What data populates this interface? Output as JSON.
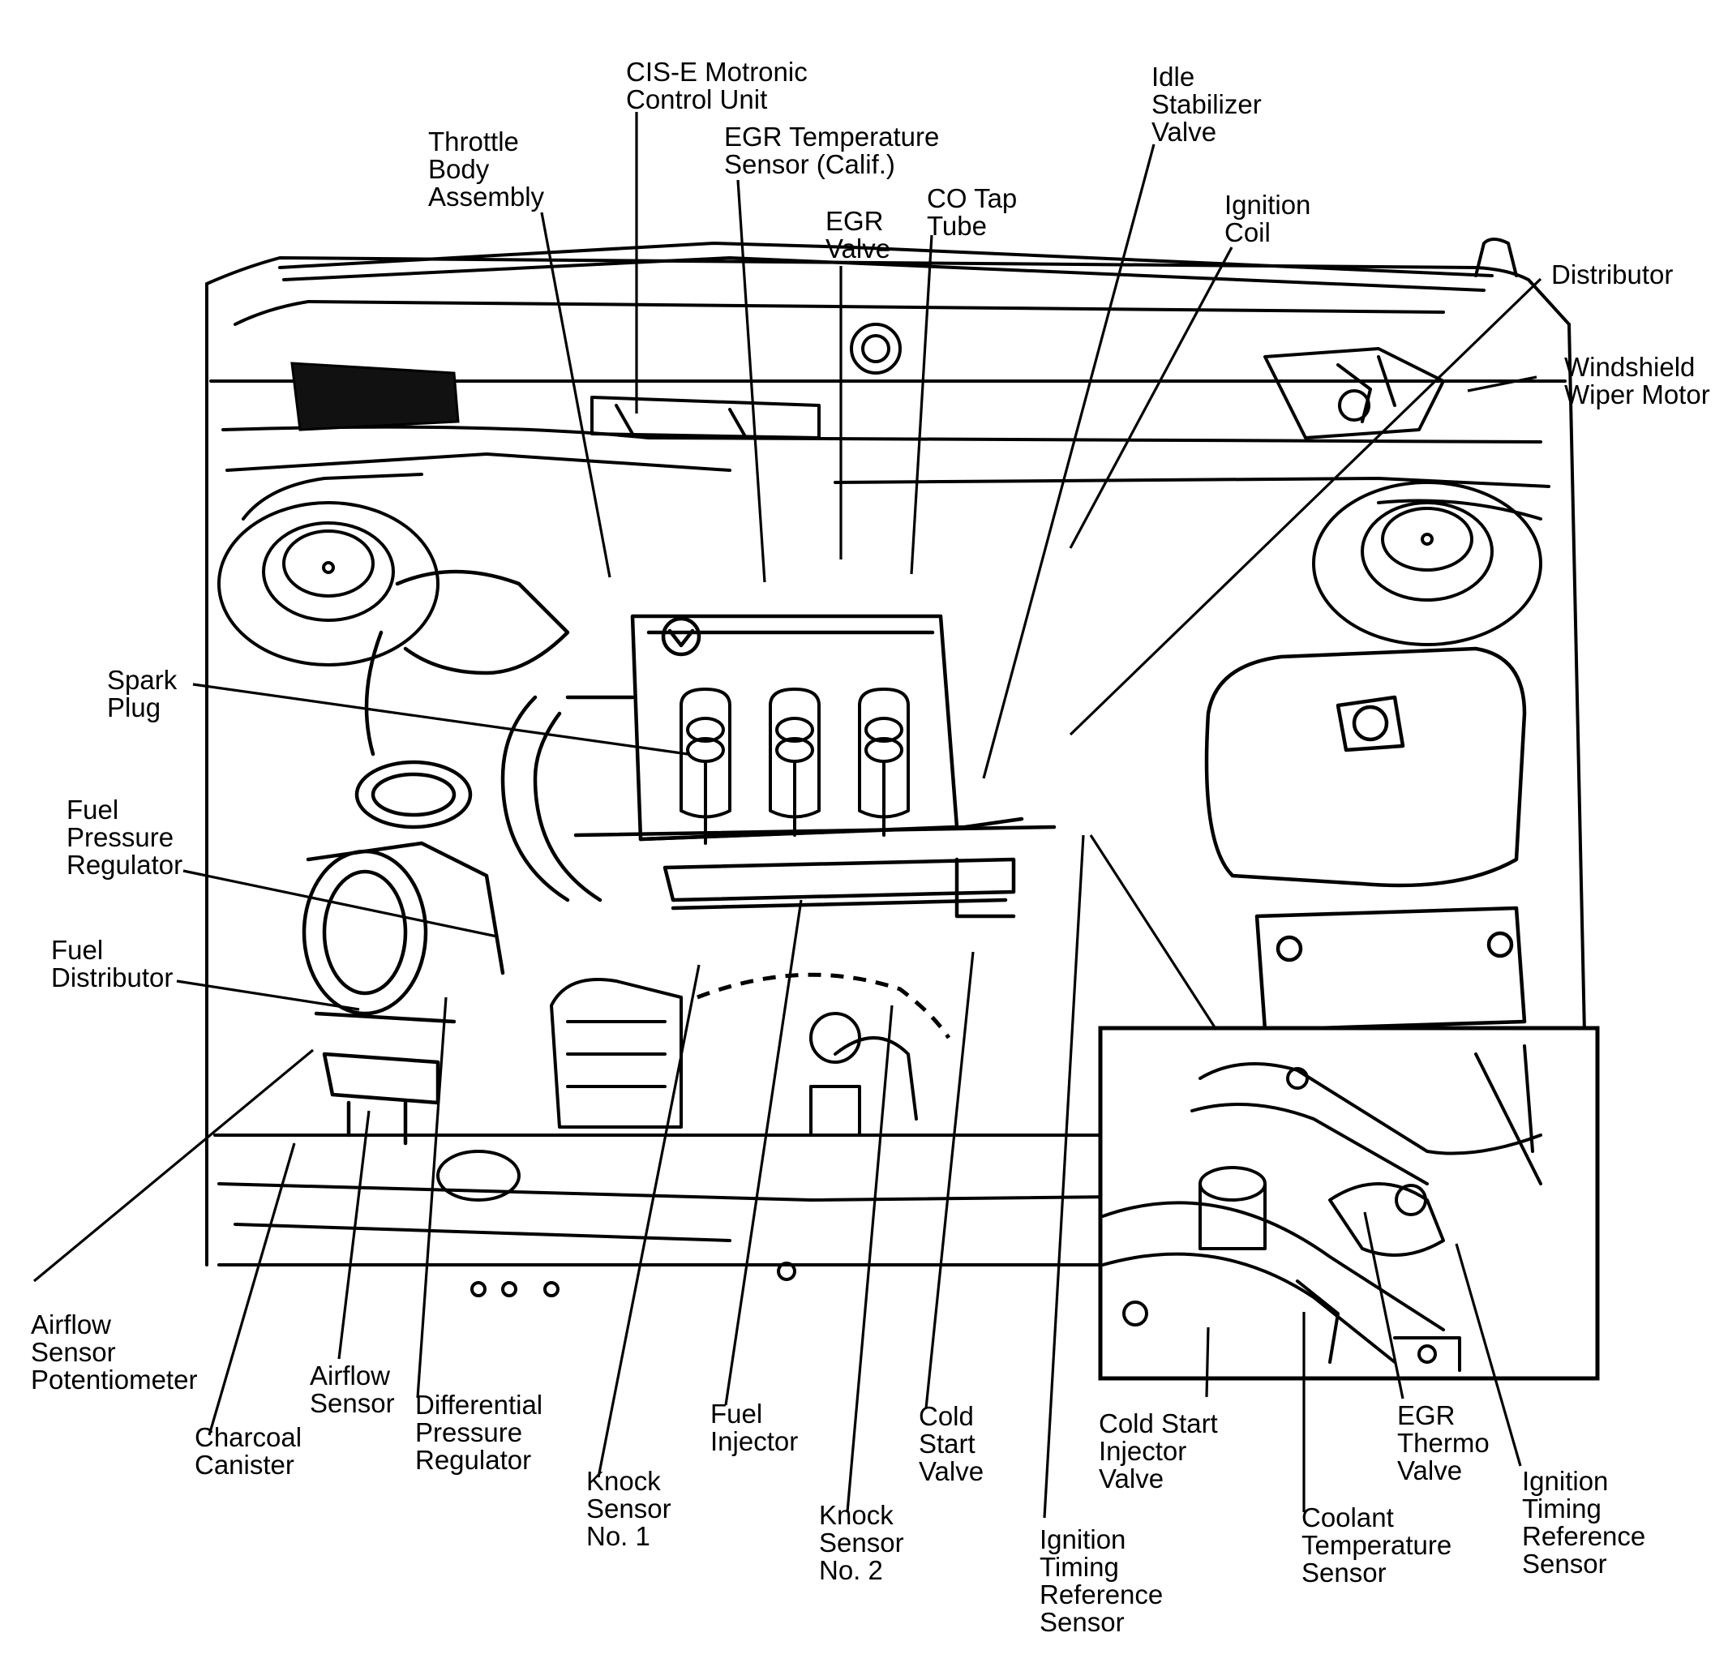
{
  "labels": {
    "cis_e": [
      "CIS-E Motronic",
      "Control Unit"
    ],
    "throttle_body": [
      "Throttle",
      "Body",
      "Assembly"
    ],
    "egr_temp_sensor": [
      "EGR Temperature",
      "Sensor (Calif.)"
    ],
    "egr_valve": [
      "EGR",
      "Valve"
    ],
    "co_tap_tube": [
      "CO Tap",
      "Tube"
    ],
    "idle_stabilizer": [
      "Idle",
      "Stabilizer",
      "Valve"
    ],
    "ignition_coil": [
      "Ignition",
      "Coil"
    ],
    "distributor": [
      "Distributor"
    ],
    "wiper_motor": [
      "Windshield",
      "Wiper Motor"
    ],
    "spark_plug": [
      "Spark",
      "Plug"
    ],
    "fuel_pressure_regulator": [
      "Fuel",
      "Pressure",
      "Regulator"
    ],
    "fuel_distributor": [
      "Fuel",
      "Distributor"
    ],
    "airflow_sensor_pot": [
      "Airflow",
      "Sensor",
      "Potentiometer"
    ],
    "charcoal_canister": [
      "Charcoal",
      "Canister"
    ],
    "airflow_sensor": [
      "Airflow",
      "Sensor"
    ],
    "differential_pressure_regulator": [
      "Differential",
      "Pressure",
      "Regulator"
    ],
    "knock_sensor_1": [
      "Knock",
      "Sensor",
      "No. 1"
    ],
    "fuel_injector": [
      "Fuel",
      "Injector"
    ],
    "knock_sensor_2": [
      "Knock",
      "Sensor",
      "No. 2"
    ],
    "cold_start_valve": [
      "Cold",
      "Start",
      "Valve"
    ],
    "ignition_timing_ref_1": [
      "Ignition",
      "Timing",
      "Reference",
      "Sensor"
    ],
    "cold_start_injector_valve": [
      "Cold Start",
      "Injector",
      "Valve"
    ],
    "coolant_temp_sensor": [
      "Coolant",
      "Temperature",
      "Sensor"
    ],
    "egr_thermo_valve": [
      "EGR",
      "Thermo",
      "Valve"
    ],
    "ignition_timing_ref_2": [
      "Ignition",
      "Timing",
      "Reference",
      "Sensor"
    ]
  }
}
